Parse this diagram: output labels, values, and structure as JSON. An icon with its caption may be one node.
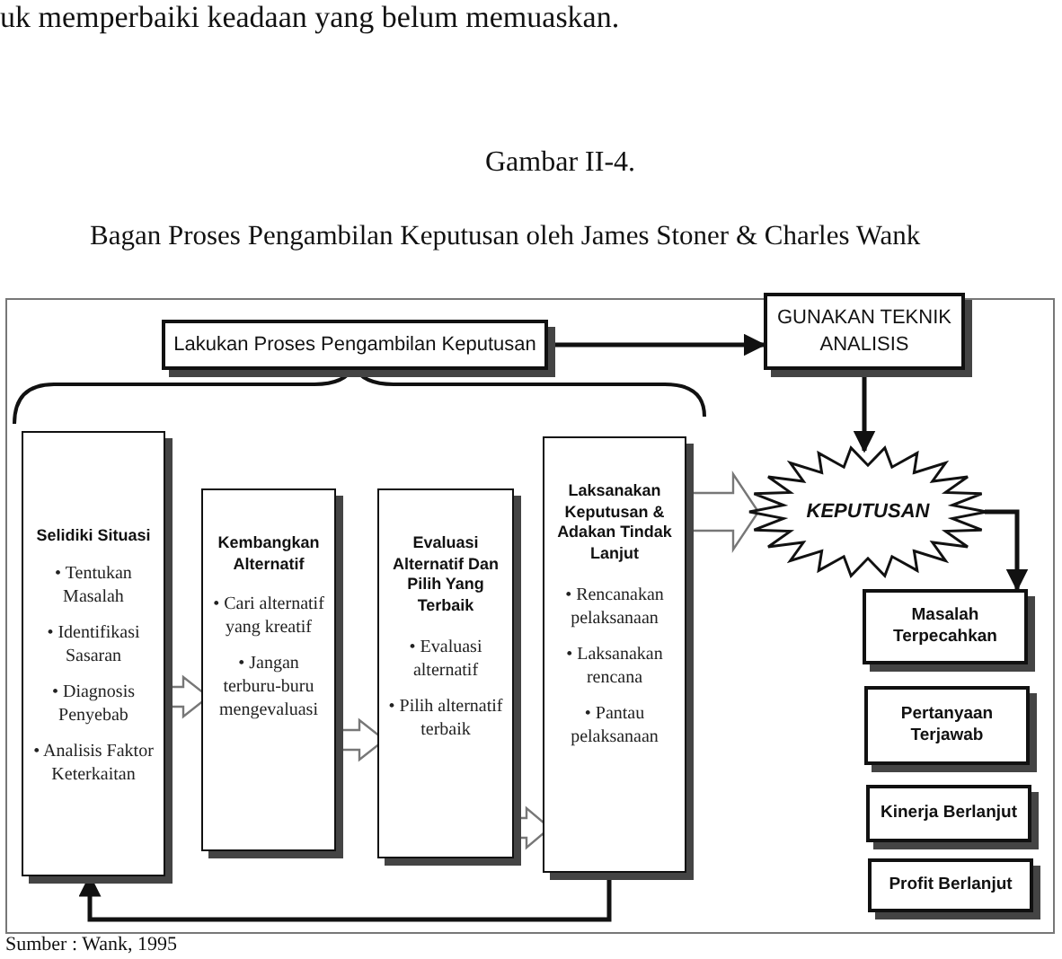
{
  "diagram": {
    "title": "Gambar II-4.",
    "caption": "Bagan Proses Pengambilan Keputusan oleh James Stoner & Charles Wank",
    "nodes": [
      {
        "text": [
          "Lakukan Proses Pengambilan Keputusan"
        ]
      },
      {
        "text": [
          "GUNAKAN TEKNIK ANALISIS"
        ]
      },
      {
        "text": [
          "Selidiki Situasi",
          "• Tentukan Masalah",
          "• Identifikasi Sasaran",
          "• Diagnosis Penyebab",
          "• Analisis Faktor Keterkaitan"
        ]
      },
      {
        "text": [
          "Kembangkan Alternatif",
          "• Cari alternatif yang kreatif",
          "• Jangan terburu-buru mengevaluasi"
        ]
      },
      {
        "text": [
          "Evaluasi Alternatif Dan Pilih Yang Terbaik",
          "• Evaluasi alternatif",
          "• Pilih alternatif terbaik"
        ]
      },
      {
        "text": [
          "Laksanakan Keputusan & Adakan Tindak Lanjut",
          "• Rencanakan pelaksanaan",
          "• Laksanakan rencana",
          "• Pantau pelaksanaan"
        ]
      },
      {
        "text": [
          "KEPUTUSAN"
        ]
      },
      {
        "text": [
          "Masalah Terpecahkan"
        ]
      },
      {
        "text": [
          "Pertanyaan Terjawab"
        ]
      },
      {
        "text": [
          "Kinerja Berlanjut"
        ]
      },
      {
        "text": [
          "Profit Berlanjut"
        ]
      }
    ],
    "edges": [
      {
        "from": 0,
        "to": 1,
        "arrow": "to"
      },
      {
        "from": 1,
        "to": 6,
        "arrow": "to"
      },
      {
        "from": 2,
        "to": 3,
        "arrow": "to",
        "style": "thick"
      },
      {
        "from": 3,
        "to": 4,
        "arrow": "to",
        "style": "thick"
      },
      {
        "from": 4,
        "to": 5,
        "arrow": "to",
        "style": "thick"
      },
      {
        "from": 5,
        "to": 6,
        "arrow": "to",
        "style": "thick"
      },
      {
        "from": 6,
        "to": 7,
        "arrow": "to"
      },
      {
        "from": 5,
        "to": 2,
        "arrow": "to"
      }
    ],
    "labels": [
      "uk memperbaiki keadaan yang belum memuaskan.",
      "Sumber : Wank, 1995"
    ]
  }
}
